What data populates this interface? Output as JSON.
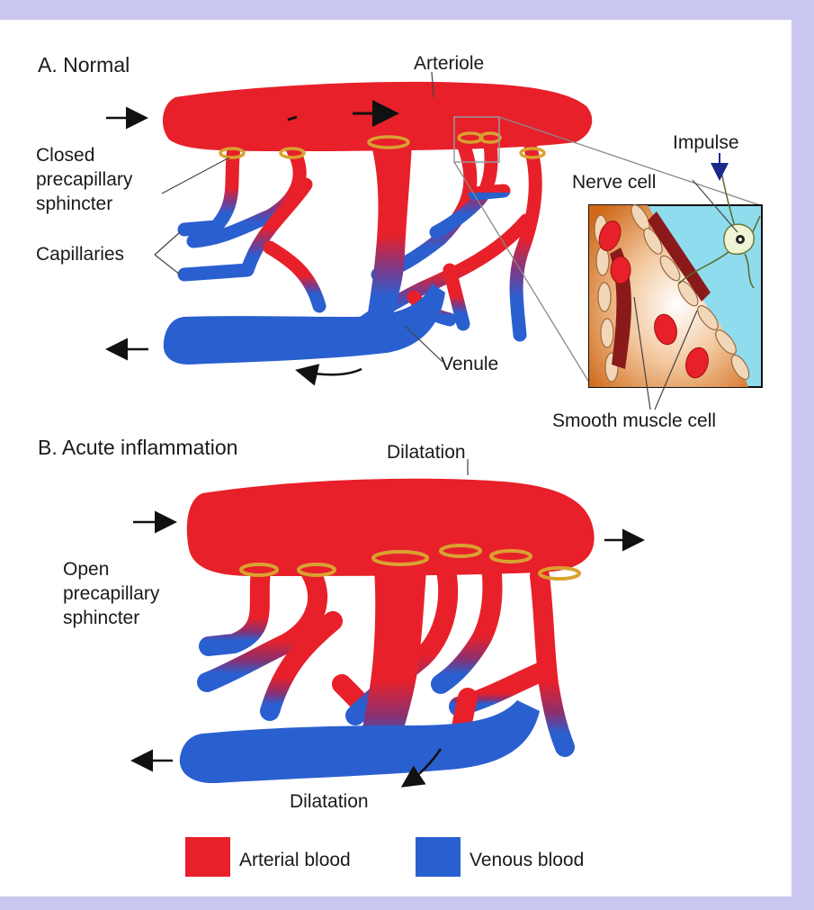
{
  "panel_a": {
    "heading": "A. Normal",
    "arteriole": "Arteriole",
    "closed_sphincter": [
      "Closed",
      "precapillary",
      "sphincter"
    ],
    "capillaries": "Capillaries",
    "venule": "Venule",
    "impulse": "Impulse",
    "nerve_cell": "Nerve cell",
    "smooth_muscle": "Smooth muscle cell"
  },
  "panel_b": {
    "heading": "B. Acute inflammation",
    "dilatation_top": "Dilatation",
    "open_sphincter": [
      "Open",
      "precapillary",
      "sphincter"
    ],
    "dilatation_bottom": "Dilatation"
  },
  "legend": {
    "arterial": "Arterial blood",
    "venous": "Venous blood"
  },
  "colors": {
    "arterial": "#e8202a",
    "venous": "#2a5fd0",
    "frame": "#c9c6f0",
    "sphincter": "#d9a230",
    "inset_bg": "#8fdcee"
  }
}
